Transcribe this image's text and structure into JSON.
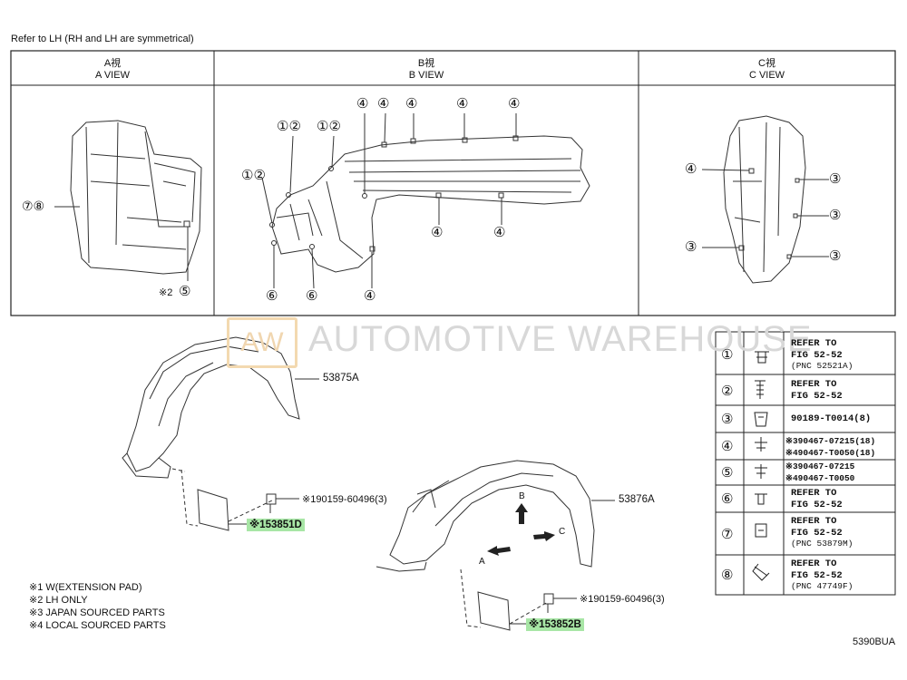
{
  "page_title": "Refer to LH (RH and LH are symmetrical)",
  "views": [
    {
      "line1": "A視",
      "line2": "A VIEW"
    },
    {
      "line1": "B視",
      "line2": "B VIEW"
    },
    {
      "line1": "C視",
      "line2": "C VIEW"
    }
  ],
  "callouts": {
    "a_view": [
      "⑦⑧",
      "※2",
      "⑤"
    ],
    "b_view": [
      "①②",
      "①②",
      "①②",
      "④",
      "④",
      "④",
      "④",
      "④",
      "④",
      "④",
      "⑥",
      "⑥",
      "④"
    ],
    "c_view": [
      "④",
      "③",
      "③",
      "③",
      "③"
    ]
  },
  "watermark": {
    "logo": "AW",
    "text": "AUTOMOTIVE WAREHOUSE"
  },
  "parts": {
    "p1": "53875A",
    "p2": "53876A",
    "pad1": "※153851D",
    "pad2": "※153852B",
    "screw1": "※190159-60496(3)",
    "screw2": "※190159-60496(3)",
    "arrow_a": "A",
    "arrow_b": "B",
    "arrow_c": "C"
  },
  "footnotes": [
    "※1 W(EXTENSION PAD)",
    "※2 LH ONLY",
    "※3 JAPAN SOURCED PARTS",
    "※4 LOCAL SOURCED PARTS"
  ],
  "legend": [
    {
      "num": "①",
      "lines": [
        "REFER TO",
        "FIG 52-52",
        "(PNC 52521A)"
      ]
    },
    {
      "num": "②",
      "lines": [
        "REFER TO",
        "FIG 52-52"
      ]
    },
    {
      "num": "③",
      "lines": [
        "90189-T0014(8)"
      ]
    },
    {
      "num": "④",
      "lines": [
        "※390467-07215(18)",
        "※490467-T0050(18)"
      ]
    },
    {
      "num": "⑤",
      "lines": [
        "※390467-07215",
        "※490467-T0050"
      ]
    },
    {
      "num": "⑥",
      "lines": [
        "REFER TO",
        "FIG 52-52"
      ]
    },
    {
      "num": "⑦",
      "lines": [
        "REFER TO",
        "FIG 52-52",
        "(PNC 53879M)"
      ]
    },
    {
      "num": "⑧",
      "lines": [
        "REFER TO",
        "FIG 52-52",
        "(PNC 47749F)"
      ]
    }
  ],
  "diagram_code": "5390BUA"
}
